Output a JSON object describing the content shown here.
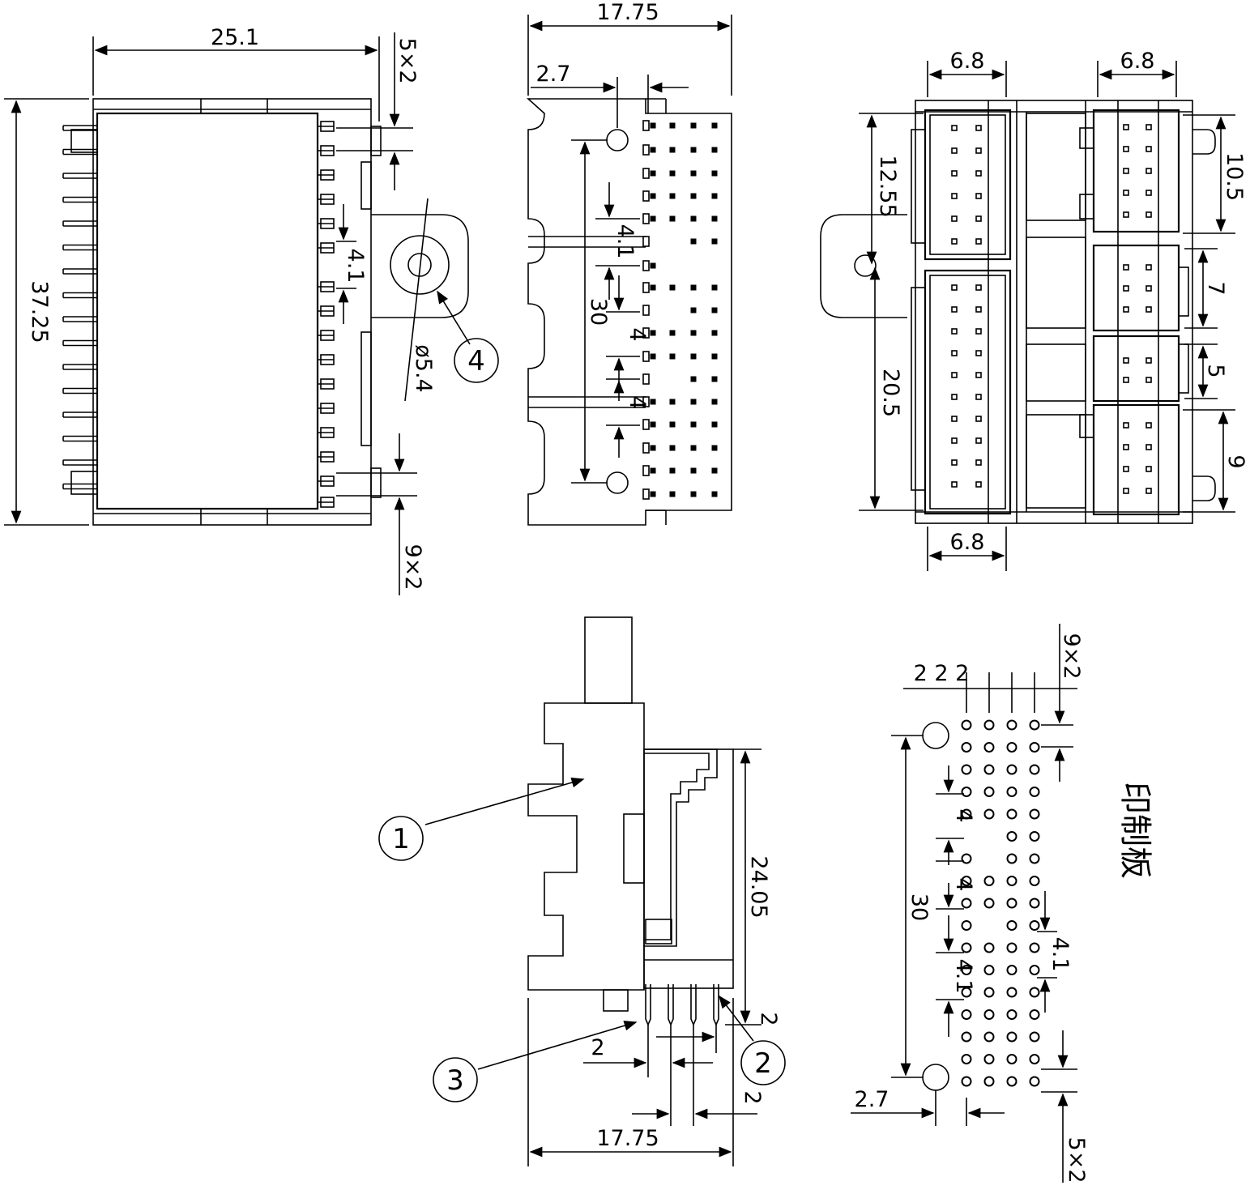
{
  "colors": {
    "line": "#000000",
    "background": "#ffffff"
  },
  "views": {
    "left_view": {
      "width_dim": "25.1",
      "height_dim": "37.25",
      "top_pitch": "5×2",
      "bottom_pitch": "9×2",
      "gap_dim": "4.1",
      "hole_dim": "ø5.4",
      "callout_4": "4"
    },
    "front_view": {
      "width_dim": "17.75",
      "offset_dim": "2.7",
      "height_dim": "30",
      "gap_a": "4.1",
      "gap_b": "4",
      "gap_c": "4"
    },
    "top_view": {
      "width_top_left": "6.8",
      "width_top_right": "6.8",
      "width_bottom": "6.8",
      "height_upper": "12.55",
      "height_lower": "20.5",
      "cavity_a": "10.5",
      "cavity_b": "7",
      "cavity_c": "5",
      "cavity_d": "9"
    },
    "side_view": {
      "callout_1": "1",
      "callout_2": "2",
      "callout_3": "3",
      "height_dim": "24.05",
      "width_dim": "17.75",
      "pitch_a": "2",
      "pitch_b": "2",
      "pitch_c": "2"
    },
    "pcb_view": {
      "title": "印制板",
      "pitch_top": "2 2 2",
      "row_pitch": "9×2",
      "bottom_pitch": "5×2",
      "height_dim": "30",
      "offset_dim": "2.7",
      "gap_a": "4",
      "gap_b": "4",
      "gap_c": "4.1",
      "gap_d": "4.1"
    }
  }
}
